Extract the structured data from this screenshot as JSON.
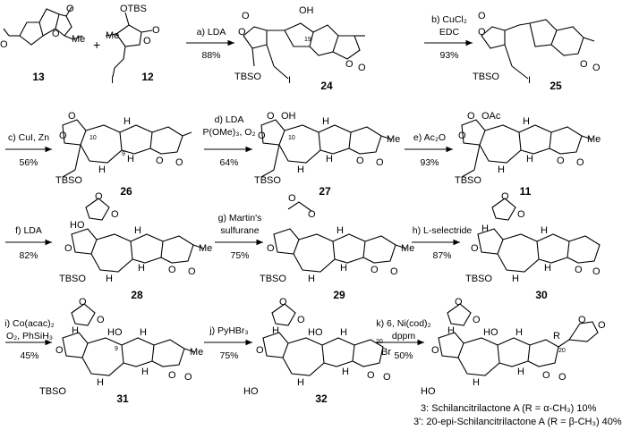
{
  "compounds": {
    "c13": "13",
    "c12": "12",
    "c24": "24",
    "c25": "25",
    "c26": "26",
    "c27": "27",
    "c11": "11",
    "c28": "28",
    "c29": "29",
    "c30": "30",
    "c31": "31",
    "c32": "32"
  },
  "reactions": {
    "a": {
      "reagent": "a) LDA",
      "yield": "88%"
    },
    "b": {
      "reagent1": "b) CuCl₂",
      "reagent2": "EDC",
      "yield": "93%"
    },
    "c": {
      "reagent": "c) CuI, Zn",
      "yield": "56%"
    },
    "d": {
      "reagent1": "d) LDA",
      "reagent2": "P(OMe)₃, O₂",
      "yield": "64%"
    },
    "e": {
      "reagent": "e) Ac₂O",
      "yield": "93%"
    },
    "f": {
      "reagent": "f) LDA",
      "yield": "82%"
    },
    "g": {
      "reagent1": "g) Martin's",
      "reagent2": "sulfurane",
      "yield": "75%"
    },
    "h": {
      "reagent": "h) L-selectride",
      "yield": "87%"
    },
    "i": {
      "reagent1": "i) Co(acac)₂",
      "reagent2": "O₂, PhSiH₃",
      "yield": "45%"
    },
    "j": {
      "reagent": "j) PyHBr₃",
      "yield": "75%"
    },
    "k": {
      "reagent1": "k) 6, Ni(cod)₂",
      "reagent2": "dppm",
      "yield": "50%"
    }
  },
  "plus": "+",
  "atoms": {
    "OTBS": "OTBS",
    "TBSO": "TBSO",
    "Me": "Me",
    "O": "O",
    "H": "H",
    "OH": "OH",
    "HO": "HO",
    "I": "I",
    "OAc": "OAc",
    "Br": "Br",
    "R": "R",
    "n19": "19",
    "n10": "10",
    "n9": "9",
    "n20": "20"
  },
  "footnote": {
    "line1": "3: Schilancitrilactone A (R = α-CH₃) 10%",
    "line2": "3': 20-epi-Schilancitrilactone A (R = β-CH₃) 40%"
  }
}
